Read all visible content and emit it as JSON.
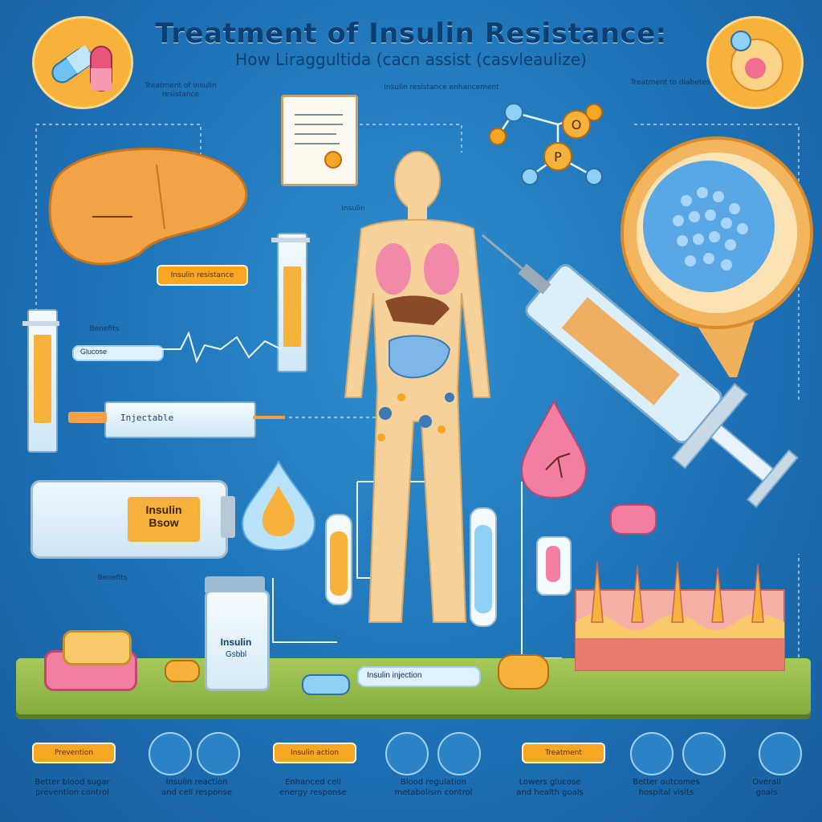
{
  "header": {
    "title": "Treatment of Insulin Resistance:",
    "subtitle": "How Liraggultida (cacn assist (casvleaulize)"
  },
  "labels": {
    "top_left_caption": "Treatment of insulin resistance",
    "top_mid_caption": "Insulin resistance enhancement",
    "top_right_caption": "Treatment to diabetes",
    "liver_tag": "Insulin resistance",
    "graph_tag": "Glucose",
    "left_caption": "Benefits",
    "syringe_label": "Injectable",
    "bottom_left_caption": "Benefits",
    "middle_caption": "Insulin"
  },
  "vial_big": {
    "line1": "Insulin",
    "line2": "Bsow"
  },
  "vial_small": {
    "line1": "Insulin",
    "line2": "Gsbbl"
  },
  "molecule": {
    "left_letter": "O",
    "right_letter": "P"
  },
  "pen_label": "Insulin injection",
  "bottom_items": [
    {
      "tag": "Prevention",
      "text_line1": "Better blood sugar",
      "text_line2": "prevention control",
      "icon": "pill-icon"
    },
    {
      "tag": "",
      "text_line1": "Insulin reaction",
      "text_line2": "and cell response",
      "icon": "cell-icon"
    },
    {
      "tag": "Insulin action",
      "text_line1": "Enhanced cell",
      "text_line2": "energy response",
      "icon": "energy-icon"
    },
    {
      "tag": "",
      "text_line1": "Blood regulation",
      "text_line2": "metabolism control",
      "icon": "blood-icon"
    },
    {
      "tag": "Treatment",
      "text_line1": "Lowers glucose",
      "text_line2": "and health goals",
      "icon": "health-icon"
    },
    {
      "tag": "",
      "text_line1": "Better outcomes",
      "text_line2": "hospital visits",
      "icon": "hospital-icon"
    },
    {
      "tag": "",
      "text_line1": "Overall",
      "text_line2": "goals",
      "icon": "goal-icon"
    }
  ],
  "colors": {
    "background": "#1d6fb4",
    "accent_orange": "#f6a623",
    "title_navy": "#0b3f72",
    "ground_green": "#94b84a"
  }
}
